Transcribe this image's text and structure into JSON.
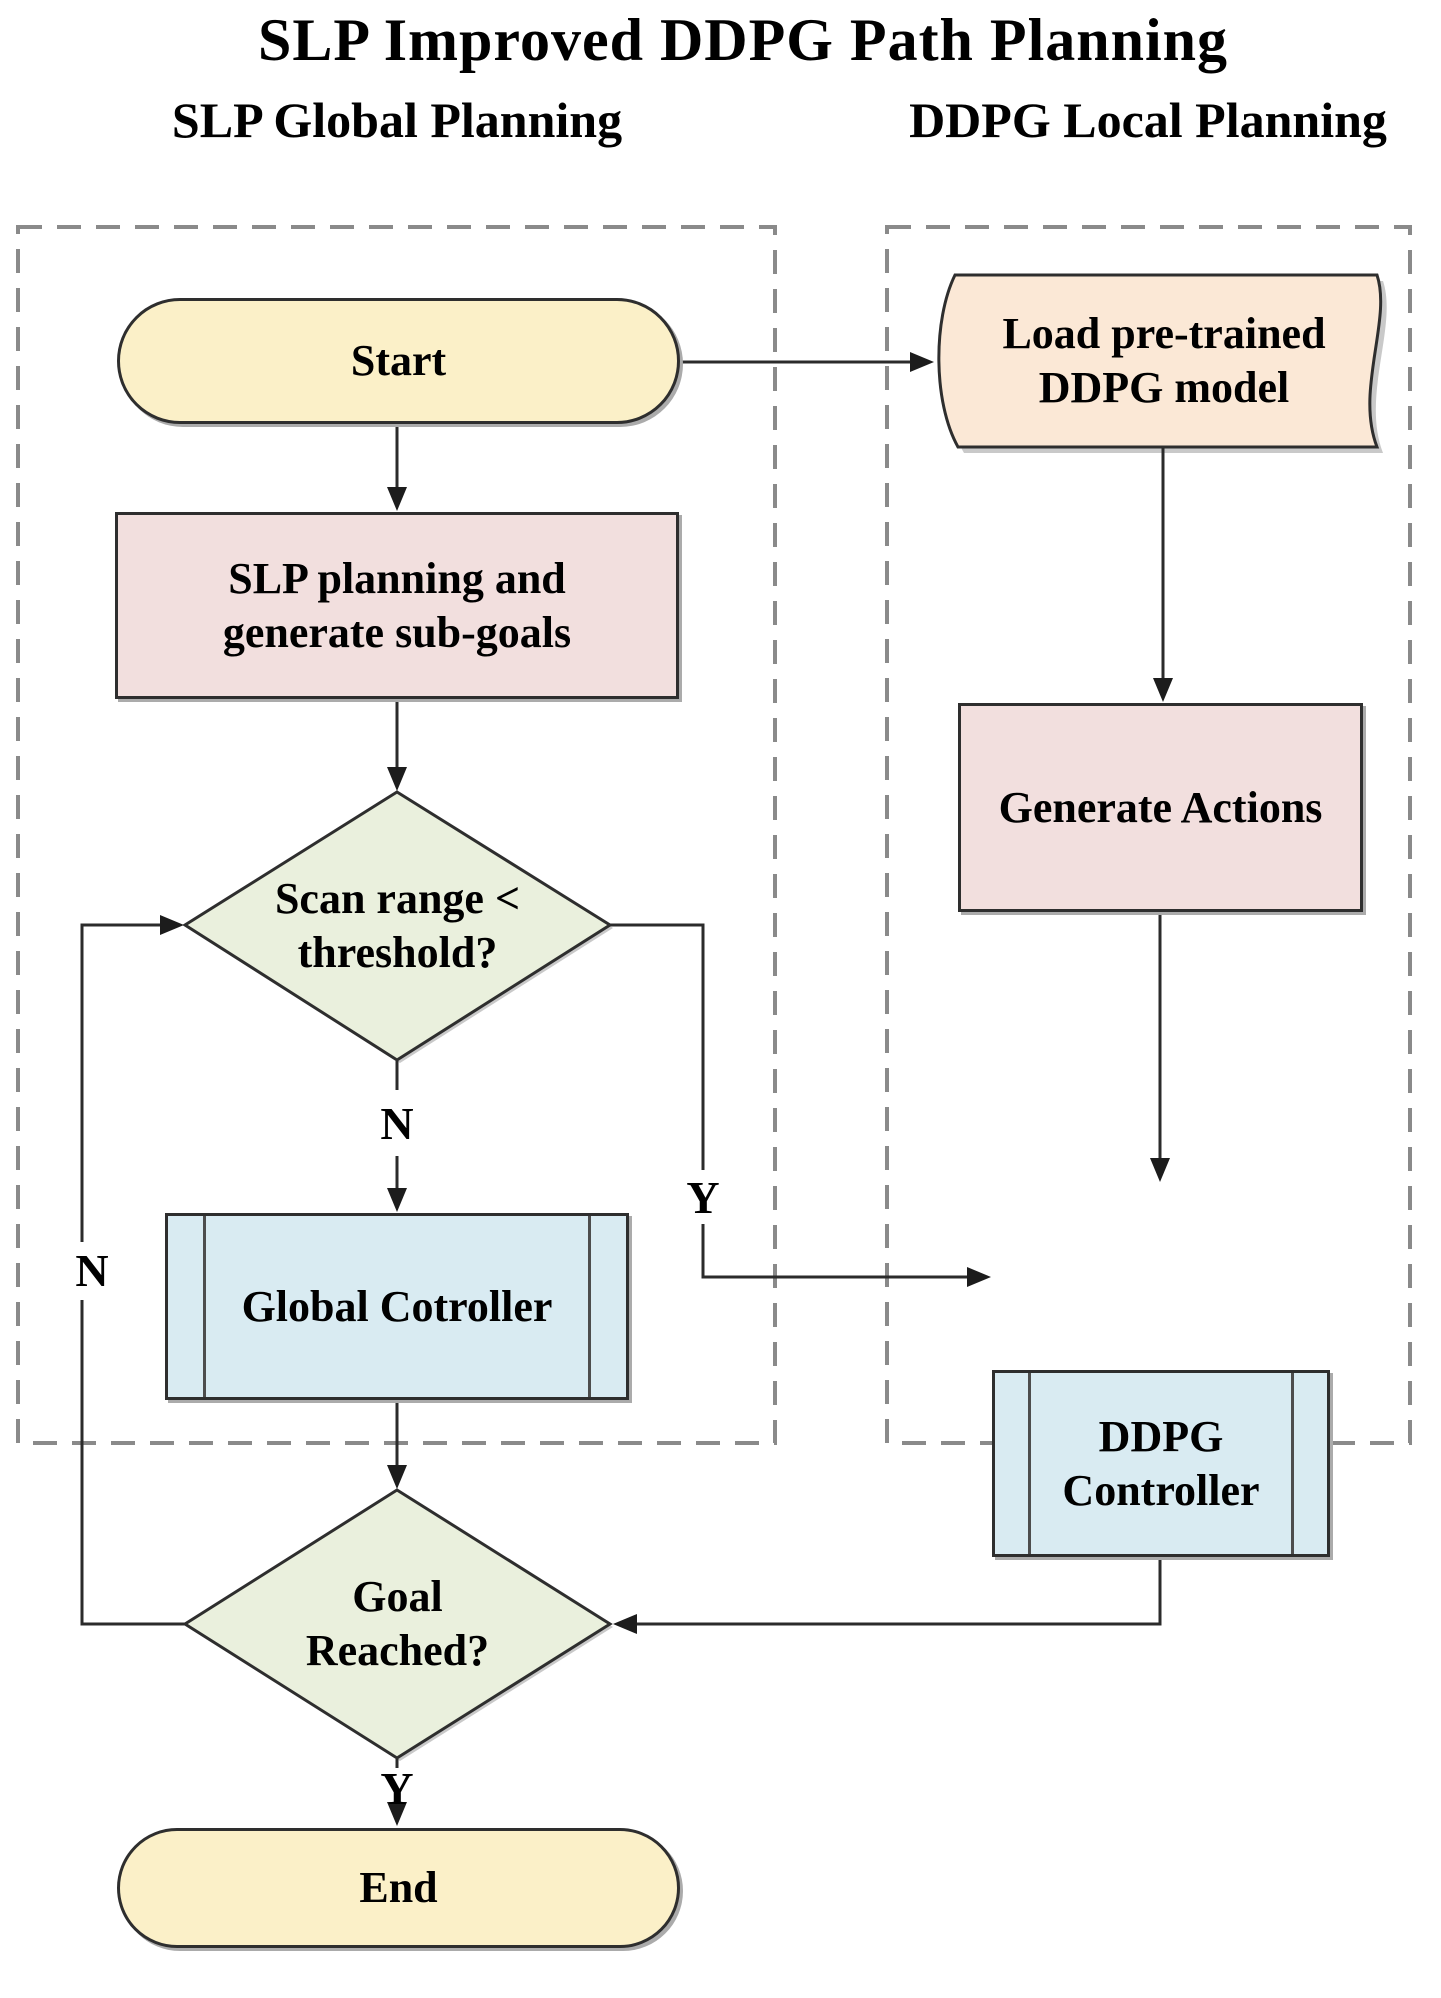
{
  "title": "SLP Improved DDPG Path Planning",
  "columns": {
    "left_label": "SLP Global Planning",
    "right_label": "DDPG Local Planning"
  },
  "nodes": {
    "start": "Start",
    "slp_planning": {
      "line1": "SLP planning and",
      "line2": "generate sub-goals"
    },
    "scan_decision": {
      "line1": "Scan range <",
      "line2": "threshold?"
    },
    "global_controller": "Global Cotroller",
    "load_model": {
      "line1": "Load pre-trained",
      "line2": "DDPG model"
    },
    "generate_actions": "Generate Actions",
    "ddpg_controller": {
      "line1": "DDPG",
      "line2": "Controller"
    },
    "goal_decision": {
      "line1": "Goal",
      "line2": "Reached?"
    },
    "end": "End"
  },
  "branch_labels": {
    "scan_no": "N",
    "scan_yes": "Y",
    "goal_no": "N",
    "goal_yes": "Y"
  },
  "colors": {
    "terminator_fill": "#FBF0C8",
    "process_fill": "#F2DFDE",
    "decision_fill": "#EAF0DD",
    "controller_fill": "#D9EBF2",
    "document_fill": "#FBE8D6",
    "shape_border": "#2e2e2e",
    "connector": "#2b2b2b",
    "dashed_region": "#8a8a8a",
    "background": "#ffffff"
  }
}
